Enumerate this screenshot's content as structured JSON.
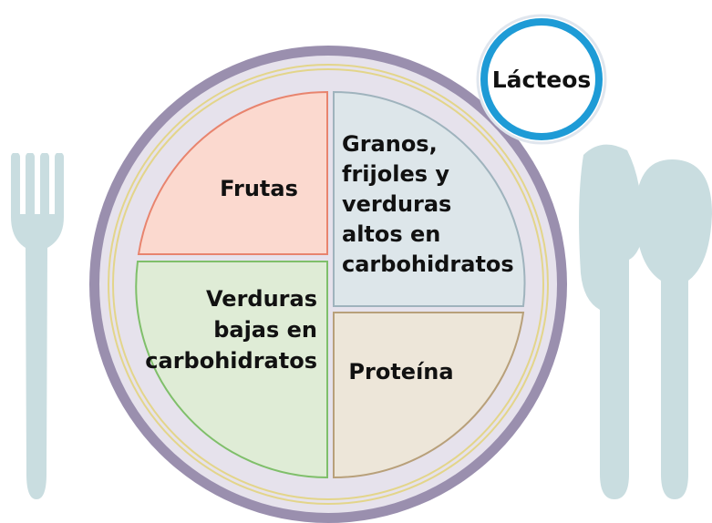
{
  "plate": {
    "sections": [
      {
        "id": "fruits",
        "lines": [
          "Frutas"
        ],
        "fill": "#fbd9cf",
        "stroke": "#e8846e"
      },
      {
        "id": "grains",
        "lines": [
          "Granos,",
          "frijoles y",
          "verduras",
          "altos en",
          "carbohidratos"
        ],
        "fill": "#dde6ea",
        "stroke": "#9fb3bd"
      },
      {
        "id": "vegetables",
        "lines": [
          "Verduras",
          "bajas en",
          "carbohidratos"
        ],
        "fill": "#dfecd6",
        "stroke": "#7fbf6a"
      },
      {
        "id": "protein",
        "lines": [
          "Proteína"
        ],
        "fill": "#ede6d9",
        "stroke": "#b8a07a"
      }
    ],
    "rim_color": "#9a8fae",
    "inner_color": "#e6e2ec",
    "ring_color": "#e3d58a"
  },
  "dairy": {
    "label": "Lácteos",
    "ring_color": "#1e9bd6"
  },
  "utensils": {
    "fill": "#c9dde0"
  }
}
